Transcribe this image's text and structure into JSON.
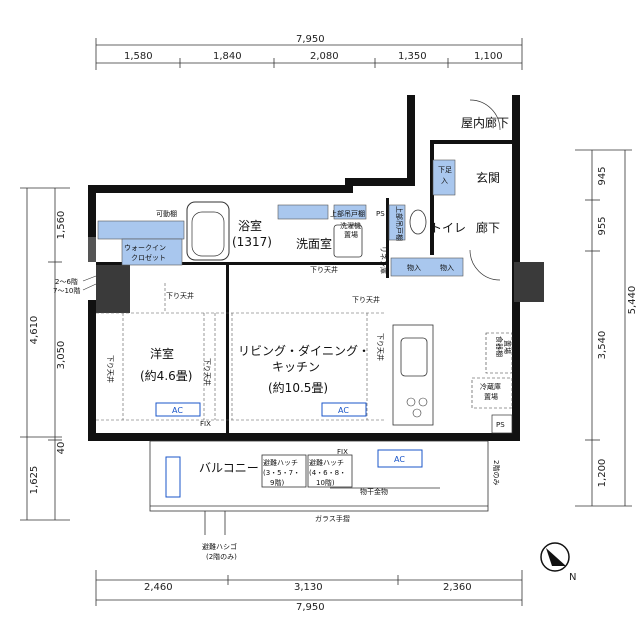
{
  "dimensions": {
    "top_total": "7,950",
    "top_segments": [
      "1,580",
      "1,840",
      "2,080",
      "1,350",
      "1,100"
    ],
    "bottom_segments": [
      "2,460",
      "3,130",
      "2,360"
    ],
    "bottom_total": "7,950",
    "left_outer": [
      "4,610",
      "1,625"
    ],
    "left_inner": [
      "1,560",
      "3,050",
      "40"
    ],
    "left_note": [
      "2～6階",
      "7～10階"
    ],
    "right_inner": [
      "945",
      "955",
      "3,540",
      "1,200"
    ],
    "right_outer": "5,440"
  },
  "rooms": {
    "bath": "浴室",
    "bath_size": "(1317)",
    "washroom": "洗面室",
    "toilet": "トイレ",
    "entrance": "玄関",
    "corridor": "廊下",
    "indoor_corridor": "屋内廊下",
    "western": "洋室",
    "western_size": "(約4.6畳)",
    "ldk_line1": "リビング・ダイニング・",
    "ldk_line2": "キッチン",
    "ldk_size": "(約10.5畳)",
    "balcony": "バルコニー"
  },
  "labels": {
    "movable_shelf": "可動棚",
    "walkin_line1": "ウォークイン",
    "walkin_line2": "クロゼット",
    "upper_cabinet": "上部吊戸棚",
    "washer_line1": "洗濯機",
    "washer_line2": "置場",
    "ps": "PS",
    "linen": "リネン庫",
    "shoe_line1": "下足",
    "shoe_line2": "入",
    "storage": "物入",
    "upper_shelf": "上部吊戸棚",
    "down_ceiling": "下り天井",
    "food_line1": "食器棚",
    "food_line2": "置場",
    "fridge_line1": "冷蔵庫",
    "fridge_line2": "置場",
    "fix": "FIX",
    "hatch1_line1": "避難ハッチ",
    "hatch1_line2": "(3・5・7・",
    "hatch1_line3": "9階)",
    "hatch2_line1": "避難ハッチ",
    "hatch2_line2": "(4・6・8・",
    "hatch2_line3": "10階)",
    "drying": "物干金物",
    "glass_rail": "ガラス手摺",
    "second_floor_only": "2階のみ",
    "ladder_line1": "避難ハシゴ",
    "ladder_line2": "(2階のみ)",
    "ac": "AC",
    "north": "N"
  },
  "colors": {
    "wall": "#111111",
    "fixture_blue": "#a9c7ee",
    "ac_blue": "#1a55c8"
  }
}
